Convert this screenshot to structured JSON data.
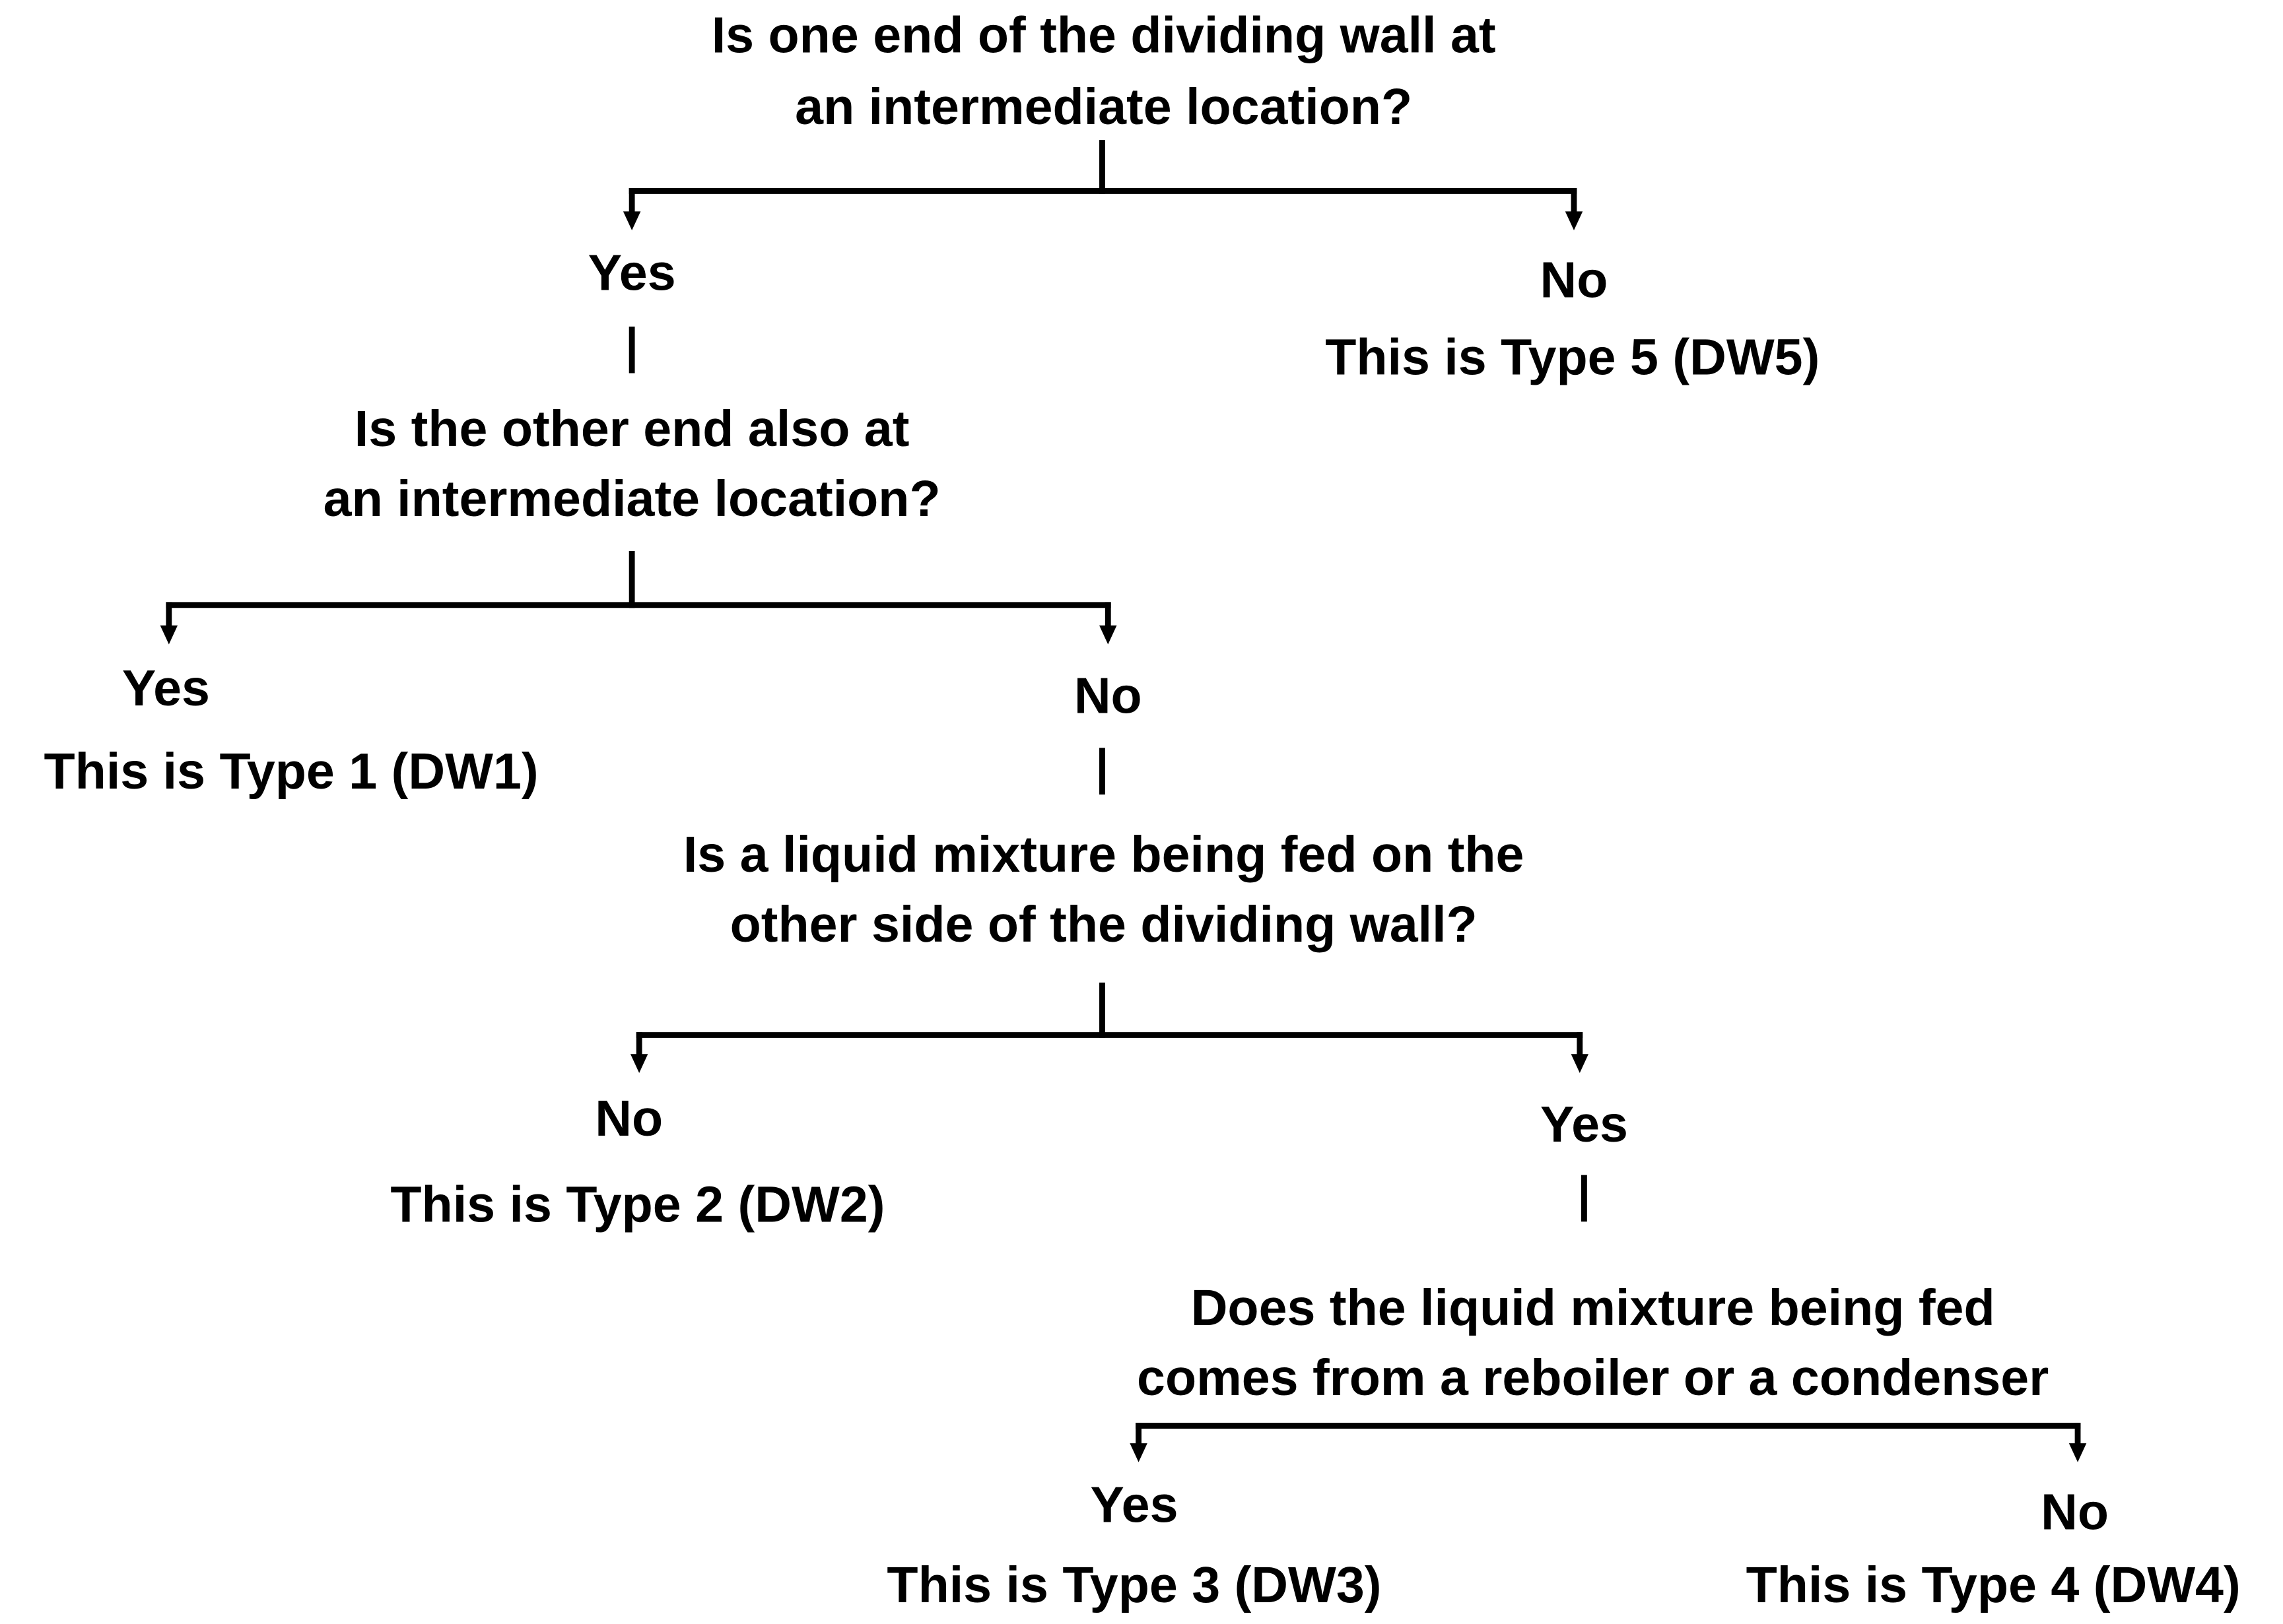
{
  "questions": {
    "q1": {
      "line1": "Is one end of the dividing wall at",
      "line2": "an intermediate location?"
    },
    "q2": {
      "line1": "Is the other end also at",
      "line2": "an intermediate location?"
    },
    "q3": {
      "line1": "Is a liquid mixture being fed on the",
      "line2": "other side of the dividing wall?"
    },
    "q4": {
      "line1": "Does the liquid mixture being fed",
      "line2": "comes from a reboiler or a condenser"
    }
  },
  "branches": {
    "q1_yes": "Yes",
    "q1_no": "No",
    "q2_yes": "Yes",
    "q2_no": "No",
    "q3_no": "No",
    "q3_yes": "Yes",
    "q4_yes": "Yes",
    "q4_no": "No"
  },
  "outcomes": {
    "dw1": "This is Type 1 (DW1)",
    "dw2": "This is Type 2 (DW2)",
    "dw3": "This is Type 3 (DW3)",
    "dw4": "This is Type 4 (DW4)",
    "dw5": "This is Type 5 (DW5)"
  }
}
